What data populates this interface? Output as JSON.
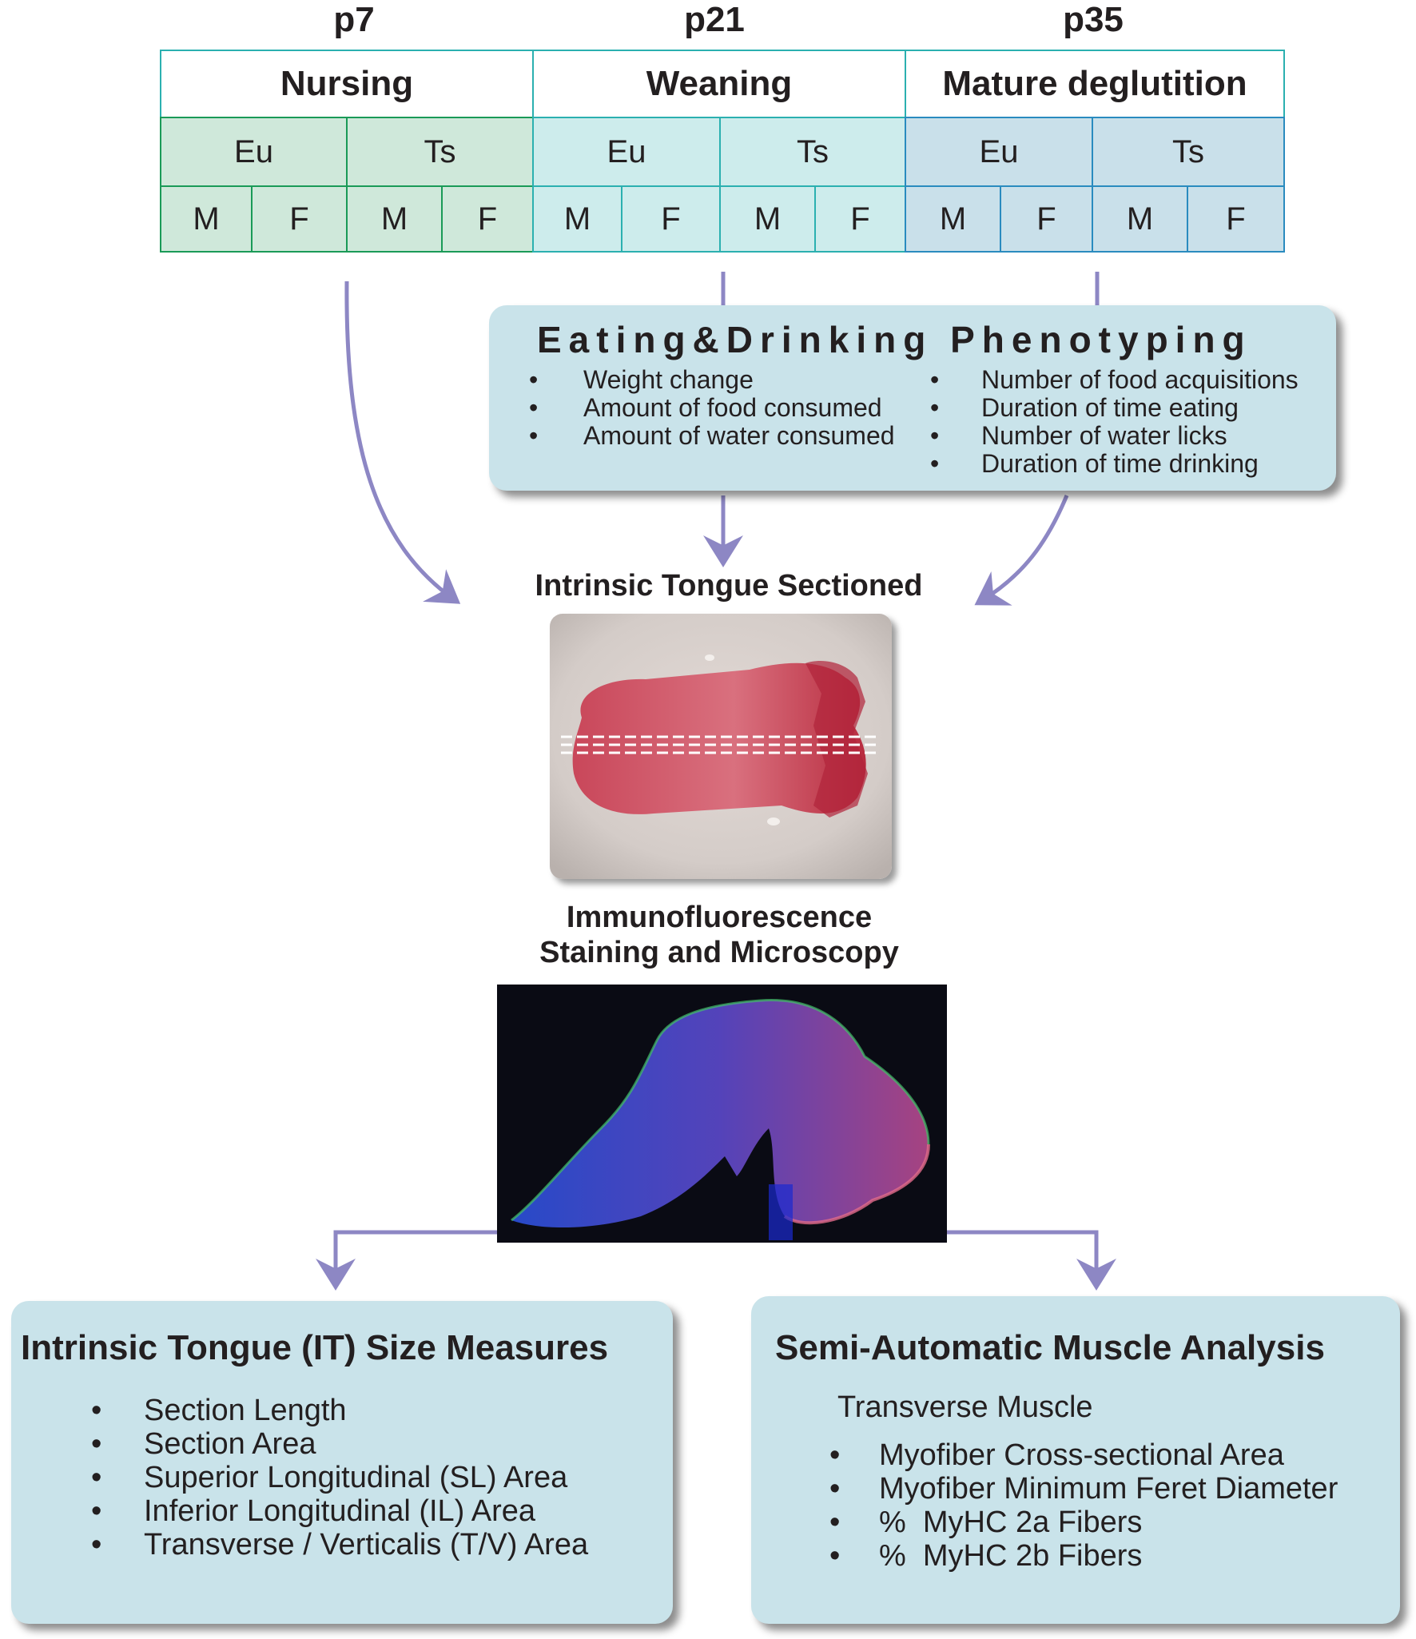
{
  "timeline": {
    "ages": [
      "p7",
      "p21",
      "p35"
    ],
    "stages": [
      "Nursing",
      "Weaning",
      "Mature deglutition"
    ],
    "genotypes": [
      "Eu",
      "Ts"
    ],
    "sexes": [
      "M",
      "F"
    ]
  },
  "phenotyping": {
    "title": "Eating&Drinking Phenotyping",
    "left_items": [
      "Weight change",
      "Amount of food consumed",
      "Amount of water consumed"
    ],
    "right_items": [
      "Number of food acquisitions",
      "Duration of time eating",
      "Number of water licks",
      "Duration of time drinking"
    ]
  },
  "tongue_section": {
    "label": "Intrinsic Tongue Sectioned"
  },
  "immuno": {
    "label_line1": "Immunofluorescence",
    "label_line2": "Staining and Microscopy"
  },
  "size_measures": {
    "title": "Intrinsic Tongue (IT) Size Measures",
    "items": [
      "Section Length",
      "Section Area",
      "Superior Longitudinal (SL) Area",
      "Inferior Longitudinal (IL) Area",
      "Transverse / Verticalis (T/V) Area"
    ]
  },
  "muscle_analysis": {
    "title": "Semi-Automatic Muscle Analysis",
    "subtitle": "Transverse Muscle",
    "items": [
      "Myofiber Cross-sectional Area",
      "Myofiber Minimum Feret Diameter",
      "%  MyHC 2a Fibers",
      "%  MyHC 2b Fibers"
    ]
  },
  "colors": {
    "arrow": "#8d87c4",
    "box_fill": "#c9e3ea",
    "nursing_fill": "#cfe8da",
    "weaning_fill": "#cdecec",
    "mature_fill": "#c9e0ea"
  }
}
